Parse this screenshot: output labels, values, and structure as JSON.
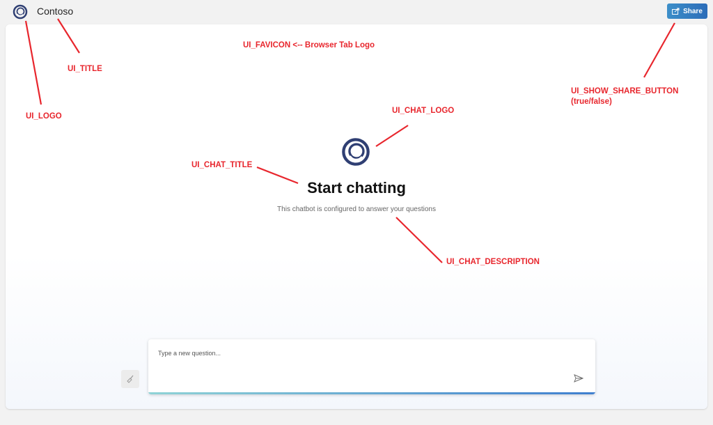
{
  "header": {
    "title": "Contoso",
    "logo_icon": "ring-logo-icon",
    "share_label": "Share",
    "share_icon": "share-icon"
  },
  "main": {
    "chat_logo_icon": "ring-logo-icon",
    "chat_title": "Start chatting",
    "chat_description": "This chatbot is configured to answer your questions"
  },
  "input": {
    "placeholder": "Type a new question...",
    "send_icon": "send-icon",
    "clear_icon": "broom-icon"
  },
  "annotations": {
    "ui_logo": "UI_LOGO",
    "ui_title": "UI_TITLE",
    "ui_favicon": "UI_FAVICON <-- Browser Tab Logo",
    "ui_show_share_button_line1": "UI_SHOW_SHARE_BUTTON",
    "ui_show_share_button_line2": "(true/false)",
    "ui_chat_logo": "UI_CHAT_LOGO",
    "ui_chat_title": "UI_CHAT_TITLE",
    "ui_chat_description": "UI_CHAT_DESCRIPTION"
  },
  "colors": {
    "logo_ring": "#2f3f73",
    "annotation_red": "#e8262d",
    "share_button": "#2b6cb8"
  }
}
